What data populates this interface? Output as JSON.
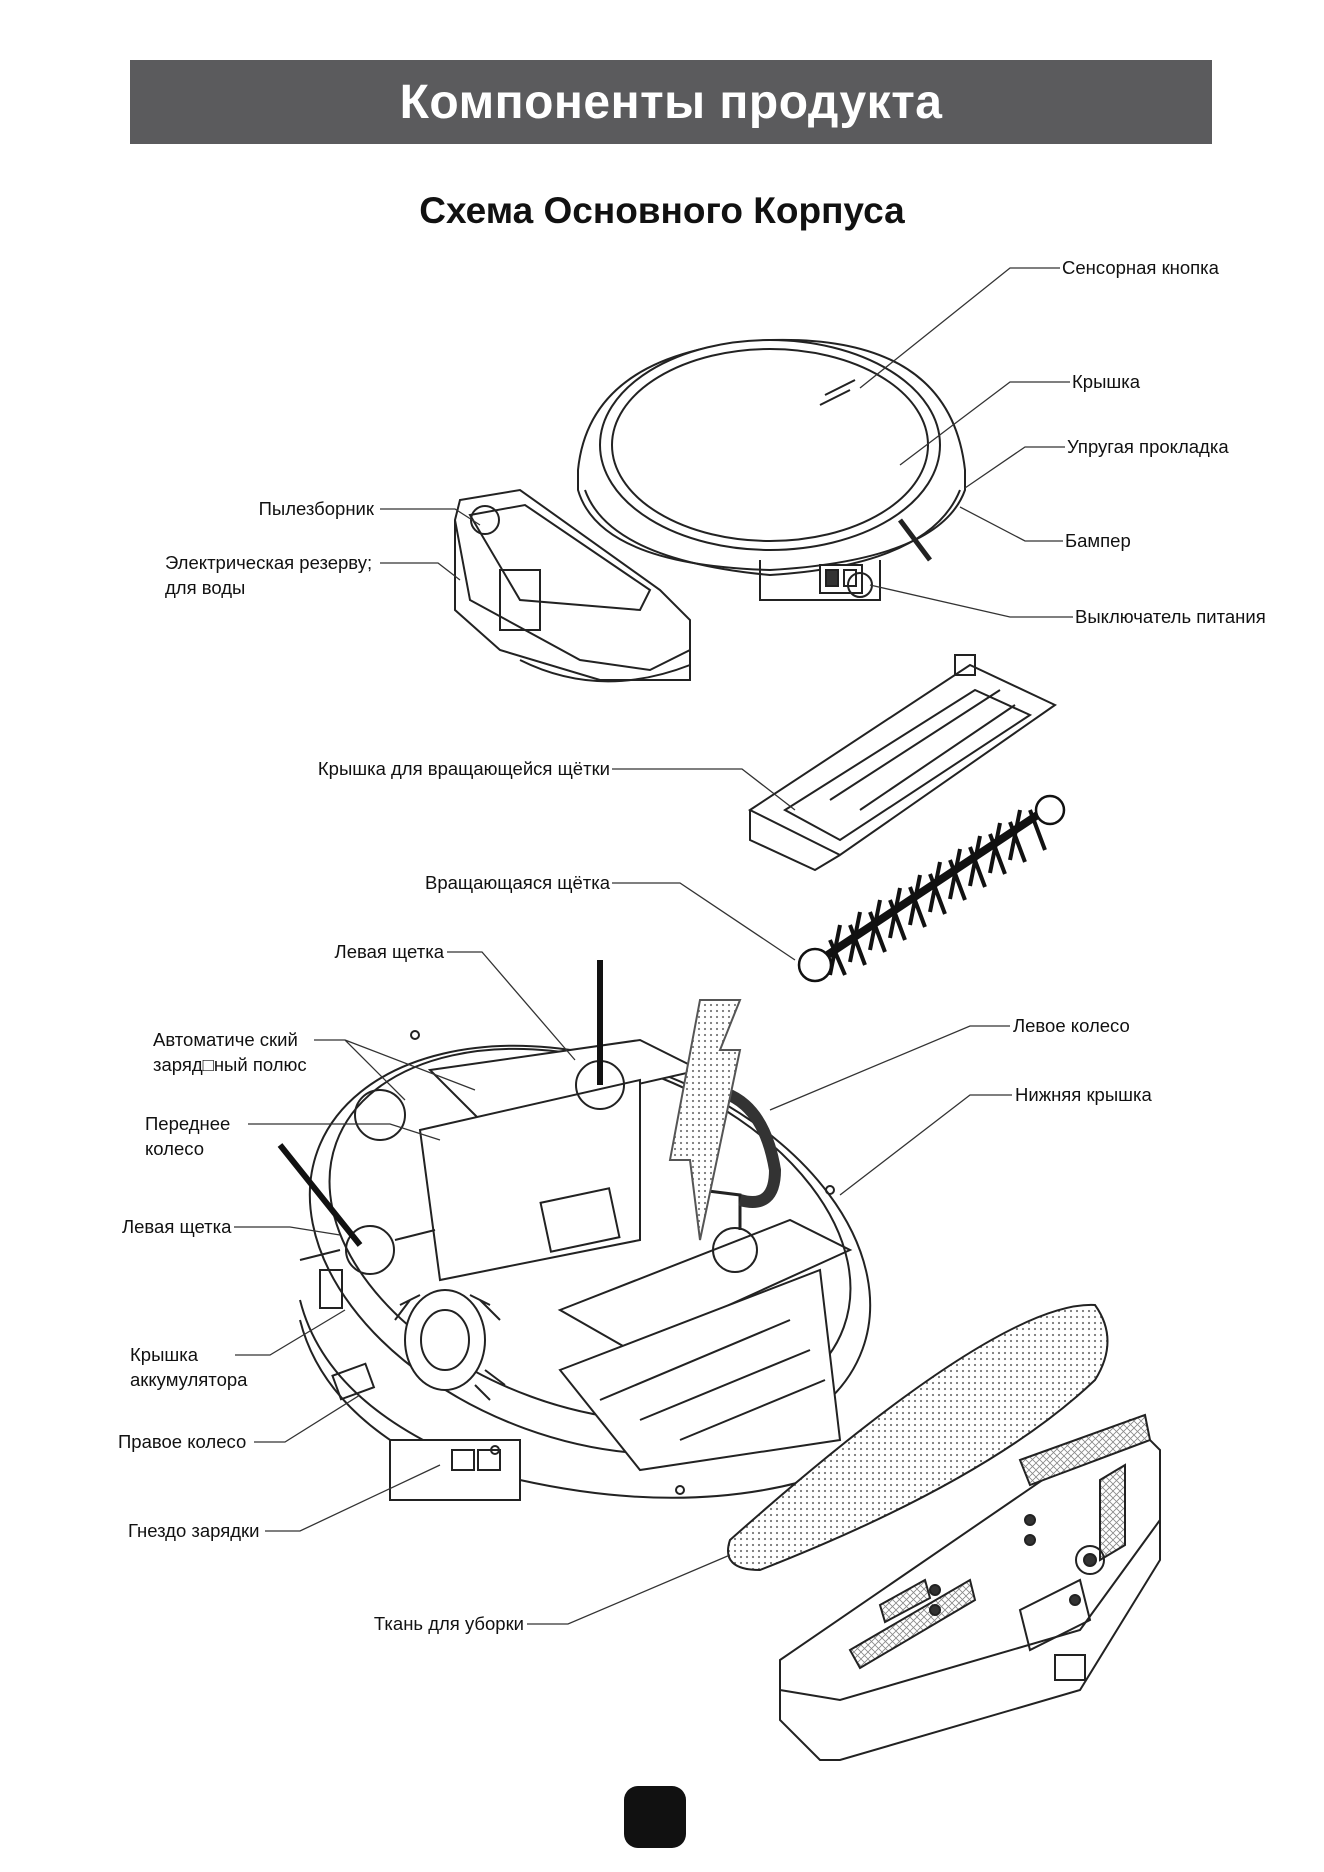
{
  "header": {
    "title": "Компоненты продукта"
  },
  "subtitle": "Схема Основного Корпуса",
  "labels": {
    "sensor_button": "Сенсорная кнопка",
    "cover": "Крышка",
    "elastic_pad": "Упругая прокладка",
    "bumper": "Бампер",
    "power_switch": "Выключатель питания",
    "dust_box": "Пылезборник",
    "water_tank_line1": "Электрическая резерву;",
    "water_tank_line2": "для воды",
    "roller_cover": "Крышка для вращающейся щётки",
    "roller_brush": "Вращающаяся щётка",
    "left_brush_top": "Левая щетка",
    "charge_contacts_line1": "Автоматиче ский",
    "charge_contacts_line2": "заряд□ный полюс",
    "front_wheel_line1": "Переднее",
    "front_wheel_line2": "колесо",
    "left_brush_side": "Левая щетка",
    "battery_cover_line1": "Крышка",
    "battery_cover_line2": "аккумулятора",
    "right_wheel": "Правое колесо",
    "charge_socket": "Гнездо зарядки",
    "mop_cloth": "Ткань для уборки",
    "left_wheel": "Левое колесо",
    "bottom_cover": "Нижняя крышка"
  },
  "colors": {
    "header_bg": "#5b5b5d",
    "line": "#222222",
    "page_badge": "#111111"
  }
}
